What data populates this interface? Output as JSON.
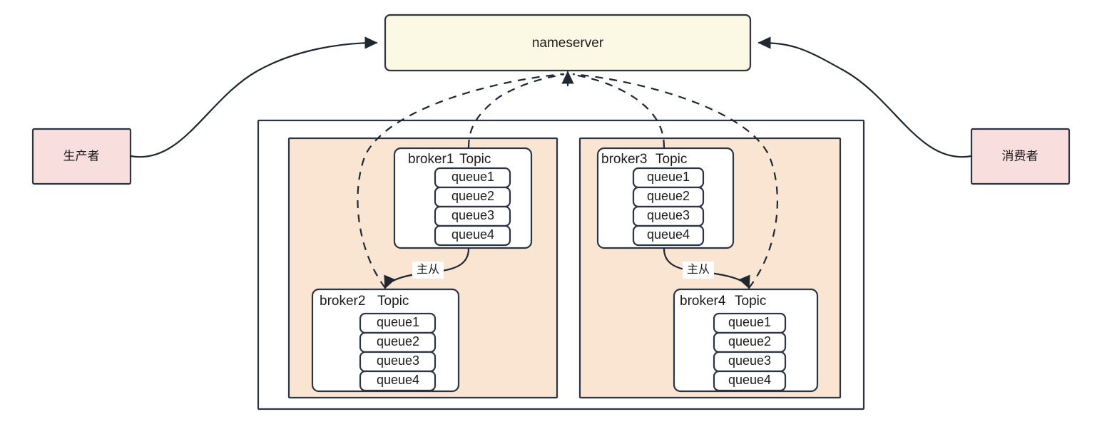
{
  "diagram": {
    "type": "architecture-diagram",
    "title_hint": "RocketMQ nameserver / broker cluster topology",
    "background": "#ffffff",
    "colors": {
      "nameserver_fill": "#fbf8e3",
      "actor_fill": "#f9dede",
      "cluster_fill": "#fae5d3",
      "broker_fill": "#ffffff",
      "queue_fill": "#ffffff",
      "container_fill": "#ffffff",
      "stroke": "#2b3440",
      "text": "#1b1b1b"
    }
  },
  "nameserver": {
    "label": "nameserver"
  },
  "actors": {
    "producer": {
      "label": "生产者"
    },
    "consumer": {
      "label": "消费者"
    }
  },
  "container": {
    "label": ""
  },
  "clusters": [
    {
      "id": "cluster-left",
      "brokers": [
        {
          "id": "broker1",
          "name": "broker1",
          "topic": "Topic",
          "role": "master",
          "queues": [
            "queue1",
            "queue2",
            "queue3",
            "queue4"
          ]
        },
        {
          "id": "broker2",
          "name": "broker2",
          "topic": "Topic",
          "role": "slave",
          "queues": [
            "queue1",
            "queue2",
            "queue3",
            "queue4"
          ]
        }
      ],
      "replication_label": "主从"
    },
    {
      "id": "cluster-right",
      "brokers": [
        {
          "id": "broker3",
          "name": "broker3",
          "topic": "Topic",
          "role": "master",
          "queues": [
            "queue1",
            "queue2",
            "queue3",
            "queue4"
          ]
        },
        {
          "id": "broker4",
          "name": "broker4",
          "topic": "Topic",
          "role": "slave",
          "queues": [
            "queue1",
            "queue2",
            "queue3",
            "queue4"
          ]
        }
      ],
      "replication_label": "主从"
    }
  ],
  "edges": [
    {
      "id": "producer-to-nameserver",
      "from": "生产者",
      "to": "nameserver",
      "style": "solid",
      "label": ""
    },
    {
      "id": "consumer-to-nameserver",
      "from": "消费者",
      "to": "nameserver",
      "style": "solid",
      "label": ""
    },
    {
      "id": "broker1-to-nameserver",
      "from": "broker1",
      "to": "nameserver",
      "style": "dashed",
      "label": ""
    },
    {
      "id": "broker2-to-nameserver",
      "from": "broker2",
      "to": "nameserver",
      "style": "dashed",
      "label": ""
    },
    {
      "id": "broker3-to-nameserver",
      "from": "broker3",
      "to": "nameserver",
      "style": "dashed",
      "label": ""
    },
    {
      "id": "broker4-to-nameserver",
      "from": "broker4",
      "to": "nameserver",
      "style": "dashed",
      "label": ""
    },
    {
      "id": "broker1-to-broker2",
      "from": "broker1",
      "to": "broker2",
      "style": "solid",
      "label": "主从"
    },
    {
      "id": "broker3-to-broker4",
      "from": "broker3",
      "to": "broker4",
      "style": "solid",
      "label": "主从"
    }
  ]
}
